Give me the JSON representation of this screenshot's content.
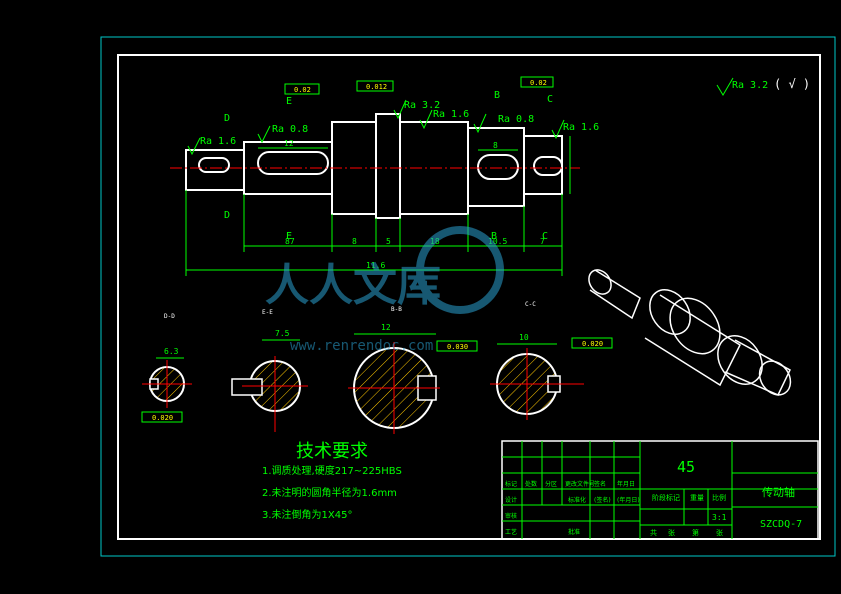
{
  "roughness": {
    "general": "Ra 3.2",
    "general_paren": "( √ )"
  },
  "ra_labels": {
    "ra1": "Ra 1.6",
    "ra2": "Ra 0.8",
    "ra3": "Ra 3.2",
    "ra4": "Ra 1.6",
    "ra5": "Ra 0.8",
    "ra6": "Ra 1.6"
  },
  "section_marks": {
    "d_top": "D",
    "d_bottom": "D",
    "e_top": "E",
    "e_bottom": "E",
    "b_top": "B",
    "b_bottom": "B",
    "c_top": "C",
    "c_bottom": "C"
  },
  "tolerances": {
    "t1": "0.02",
    "t2": "0.012",
    "t3": "0.02",
    "t4": "0.020",
    "t5": "0.030",
    "t6": "0.020"
  },
  "dimensions": {
    "d_keyway": "12",
    "d_b_keyway": "8",
    "dim_left": "87",
    "dim_a": "8",
    "dim_b": "5",
    "dim_c": "18",
    "dim_d": "10.5",
    "dim_e": "7",
    "overall": "11.6",
    "sec_a_width": "6.3",
    "sec_b_width": "7.5",
    "sec_c_width": "12",
    "sec_d_width": "10"
  },
  "section_titles": {
    "s1": "D-D",
    "s2": "E-E",
    "s3": "B-B",
    "s4": "C-C"
  },
  "watermark": {
    "text": "人人文库",
    "url": "www.renrendoc.com"
  },
  "tech_requirements": {
    "title": "技术要求",
    "items": [
      "1.调质处理,硬度217~225HBS",
      "2.未注明的圆角半径为1.6mm",
      "3.未注倒角为1X45°"
    ]
  },
  "title_block": {
    "material": "45",
    "part_name": "传动轴",
    "drawing_no": "SZCDQ-7",
    "scale_label": "比例",
    "scale": "3:1",
    "stage_label": "阶段标记",
    "weight_label": "重量",
    "sheet_total": "共",
    "sheet_total_unit": "张",
    "sheet_no": "第",
    "sheet_no_unit": "张",
    "row_labels": [
      "标记",
      "处数",
      "分区",
      "更改文件号",
      "签名",
      "年月日"
    ],
    "designer": "设计",
    "standardize": "标准化",
    "signature": "(签名)",
    "date": "(年月日)",
    "reviewer": "审核",
    "process": "工艺",
    "approve": "批准"
  },
  "colors": {
    "outer_frame": "#00c8c8",
    "frame": "#ffffff",
    "line": "#00ff00",
    "center": "#ff0000",
    "hatch": "#ffc800",
    "tolerance": "#ffff00",
    "title_text": "#00ff00"
  }
}
